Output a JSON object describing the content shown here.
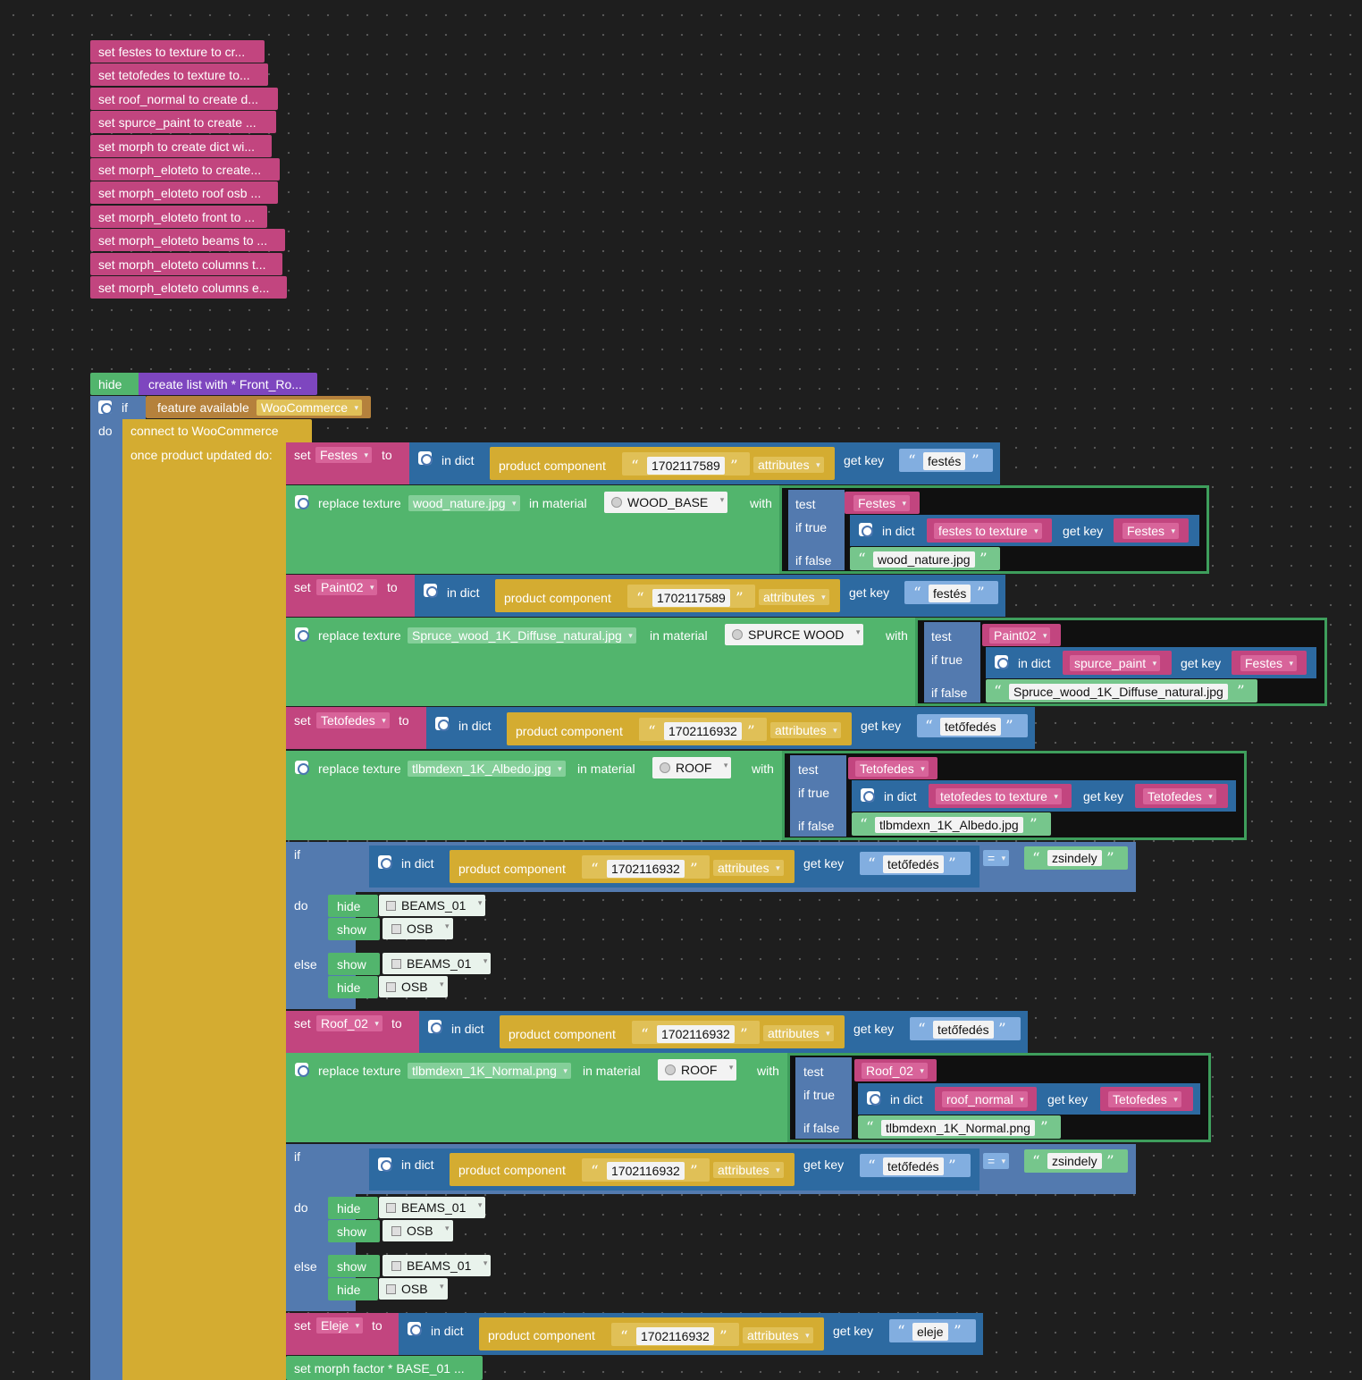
{
  "palette": {
    "set_blocks": [
      "set festes to texture to cr...",
      "set tetofedes to texture to...",
      "set roof_normal to create d...",
      "set spurce_paint to create ...",
      "set morph to create dict wi...",
      "set morph_eloteto to create...",
      "set morph_eloteto roof osb ...",
      "set morph_eloteto front to ...",
      "set morph_eloteto beams to ...",
      "set morph_eloteto columns t...",
      "set morph_eloteto columns e..."
    ]
  },
  "kw": {
    "hide": "hide",
    "show": "show",
    "if": "if",
    "do": "do",
    "else": "else",
    "set": "set",
    "to": "to",
    "in_dict": "in dict",
    "get_key": "get key",
    "replace_texture": "replace texture",
    "in_material": "in material",
    "with": "with",
    "test": "test",
    "if_true": "if true",
    "if_false": "if false",
    "product_component": "product component",
    "attributes": "attributes",
    "connect": "connect to WooCommerce",
    "once": "once product updated do:",
    "feature_available": "feature available",
    "create_list": "create list with * Front_Ro...",
    "eq": "=",
    "morph_factor": "set morph factor * BASE_01 ..."
  },
  "values": {
    "woocommerce": "WooCommerce",
    "id_1702117589": "1702117589",
    "id_1702116932": "1702116932",
    "festes_lc": "festés",
    "tetofedes_lc": "tetőfedés",
    "eleje": "eleje",
    "zsindely": "zsindely",
    "festes_var": "Festes",
    "paint02": "Paint02",
    "tetofedes_var": "Tetofedes",
    "roof02": "Roof_02",
    "eleje_var": "Eleje",
    "wood_nature": "wood_nature.jpg",
    "spruce_wood": "Spruce_wood_1K_Diffuse_natural.jpg",
    "albedo": "tlbmdexn_1K_Albedo.jpg",
    "normal": "tlbmdexn_1K_Normal.png",
    "mat_wood_base": "WOOD_BASE",
    "mat_spurce": "SPURCE WOOD",
    "mat_roof": "ROOF",
    "festes_to_texture": "festes to texture",
    "spurce_paint": "spurce_paint",
    "tetofedes_to_texture": "tetofedes to texture",
    "roof_normal": "roof_normal",
    "beams": "BEAMS_01",
    "osb": "OSB"
  },
  "icons": {
    "gear": "gear-icon",
    "material": "material-ball-icon",
    "object": "cube-icon",
    "dropdown": "chevron-down-icon"
  },
  "colors": {
    "background": "#1e1e1e",
    "set_block": "#c2457f",
    "event_block": "#d4ac31",
    "control_block": "#537aaf",
    "texture_block": "#52b56d",
    "dict_block": "#2d6aa1",
    "list_block": "#7e46bf",
    "feature_block": "#b5813c"
  }
}
